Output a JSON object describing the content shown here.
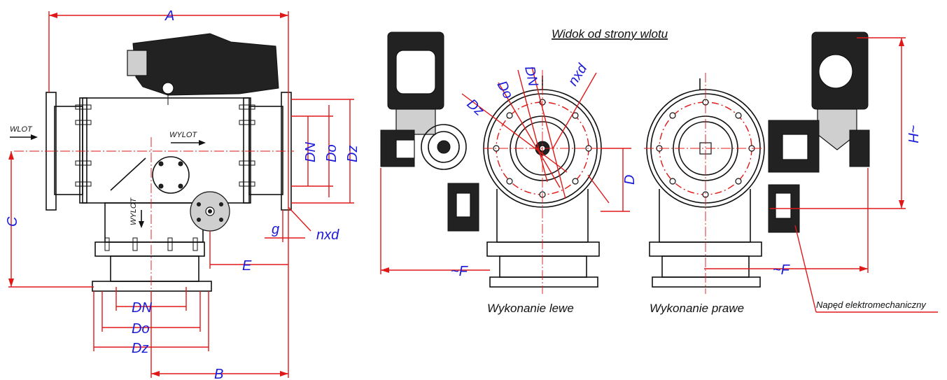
{
  "labels": {
    "title_view": "Widok od strony wlotu",
    "wlot": "WLOT",
    "wylot_horizontal": "WYLOT",
    "wylot_vertical": "WYLOT",
    "left_version": "Wykonanie lewe",
    "right_version": "Wykonanie prawe",
    "actuator_note": "Napęd elektromechaniczny"
  },
  "dimensions": {
    "A": "A",
    "B": "B",
    "C": "C",
    "D": "D",
    "E": "E",
    "F_left": "~F",
    "F_right": "~F",
    "H": "~H",
    "g": "g",
    "nxd_side": "nxd",
    "nxd_front": "nxd",
    "DN_side": "DN",
    "Do_side": "Do",
    "Dz_side": "Dz",
    "DN_bottom": "DN",
    "Do_bottom": "Do",
    "Dz_bottom": "Dz",
    "DN_front": "DN",
    "Do_front": "Do",
    "Dz_front": "Dz"
  },
  "colors": {
    "dimension_line": "#e01818",
    "dimension_text": "#1a1ad8",
    "outline": "#111111"
  }
}
